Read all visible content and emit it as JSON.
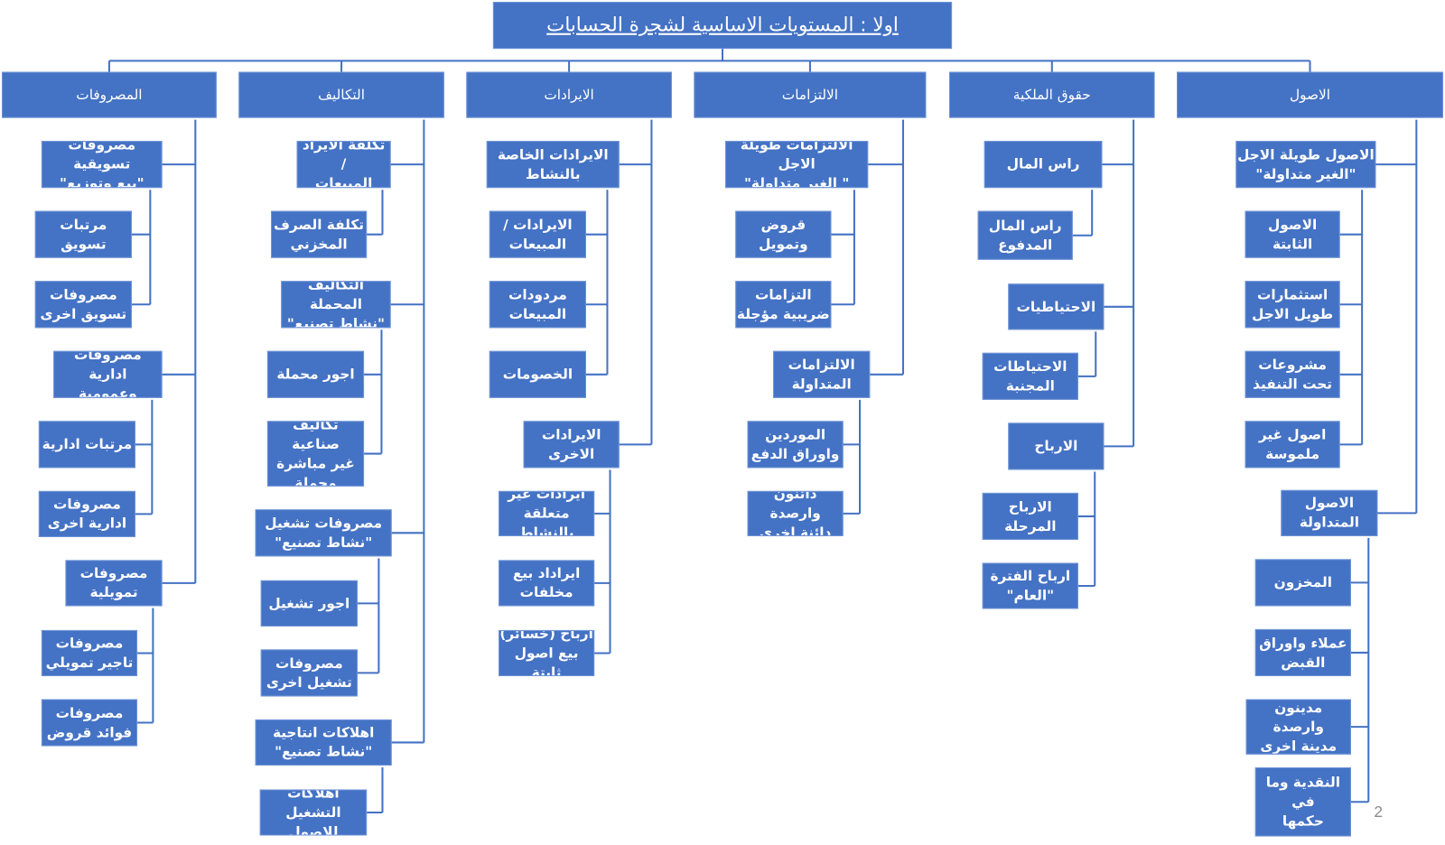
{
  "title": "اولا : المستويات الاساسية لشجرة الحسابات",
  "page_number": "2",
  "colors": {
    "box_fill": "#4472C4",
    "connector": "#4472C4",
    "text": "#FFFFFF"
  },
  "categories": [
    {
      "label": "الاصول",
      "children": [
        {
          "label": "الاصول طويلة الاجل\n\"الغير متداولة\"",
          "children": [
            {
              "label": "الاصول الثابتة"
            },
            {
              "label": "استثمارات\nطويل الاجل"
            },
            {
              "label": "مشروعات\nتحت التنفيذ"
            },
            {
              "label": "اصول غير\nملموسة"
            }
          ]
        },
        {
          "label": "الاصول\nالمتداولة",
          "children": [
            {
              "label": "المخزون"
            },
            {
              "label": "عملاء واوراق\nالقبض"
            },
            {
              "label": "مدينون  وارصدة\nمدينة اخرى"
            },
            {
              "label": "النقدية وما في\nحكمها"
            }
          ]
        }
      ]
    },
    {
      "label": "حقوق الملكية",
      "children": [
        {
          "label": "راس المال",
          "children": [
            {
              "label": "راس المال\nالمدفوع"
            }
          ]
        },
        {
          "label": "الاحتياطيات",
          "children": [
            {
              "label": "الاحتياطات\nالمجنبة"
            }
          ]
        },
        {
          "label": "الارباح",
          "children": [
            {
              "label": "الارباح\nالمرحلة"
            },
            {
              "label": "ارباح الفترة\n\"العام\""
            }
          ]
        }
      ]
    },
    {
      "label": "الالتزامات",
      "children": [
        {
          "label": "الالتزامات طويلة الاجل\n\" الغير متداولة\"",
          "children": [
            {
              "label": "قروض وتمويل"
            },
            {
              "label": "التزامات\nضريبية مؤجلة"
            }
          ]
        },
        {
          "label": "الالتزامات\nالمتداولة",
          "children": [
            {
              "label": "الموردين\nواوراق الدفع"
            },
            {
              "label": "دائنون وارصدة\nدائنة اخرى"
            }
          ]
        }
      ]
    },
    {
      "label": "الايرادات",
      "children": [
        {
          "label": "الايرادات الخاصة\nبالنشاط",
          "children": [
            {
              "label": "الايرادات /\nالمبيعات"
            },
            {
              "label": "مردودات\nالمبيعات"
            },
            {
              "label": "الخصومات"
            }
          ]
        },
        {
          "label": "الايرادات\nالاخرى",
          "children": [
            {
              "label": "ايرادات غير\nمتعلقة بالنشاط"
            },
            {
              "label": "ايراداد بيع\nمخلفات"
            },
            {
              "label": "ارباح (خسائر)\nبيع اصول ثابتة"
            }
          ]
        }
      ]
    },
    {
      "label": "التكاليف",
      "children": [
        {
          "label": "تكلفة الايراد /\nالمبيعات",
          "children": [
            {
              "label": "تكلفة الصرف\nالمخزني"
            }
          ]
        },
        {
          "label": "التكاليف المحملة\n\"نشاط تصنيع\"",
          "children": [
            {
              "label": "اجور محملة"
            },
            {
              "label": "تكاليف صناعية\nغير مباشرة\nمحملة"
            }
          ]
        },
        {
          "label": "مصروفات تشغيل\n\"نشاط تصنيع\"",
          "children": [
            {
              "label": "اجور تشغيل"
            },
            {
              "label": "مصروفات\nتشغيل اخرى"
            }
          ]
        },
        {
          "label": "اهلاكات انتاجية\n\"نشاط تصنيع\"",
          "children": [
            {
              "label": "اهلاكات التشغيل\nللاصول"
            }
          ]
        }
      ]
    },
    {
      "label": "المصروفات",
      "children": [
        {
          "label": "مصروفات تسويقية\n\"بيع وتوزيع\"",
          "children": [
            {
              "label": "مرتبات\nتسويق"
            },
            {
              "label": "مصروفات\nتسويق اخرى"
            }
          ]
        },
        {
          "label": "مصروفات ادارية\nوعمومية",
          "children": [
            {
              "label": "مرتبات ادارية"
            },
            {
              "label": "مصروفات\nادارية اخرى"
            }
          ]
        },
        {
          "label": "مصروفات\nتمويلية",
          "children": [
            {
              "label": "مصروفات\nتاجير تمويلي"
            },
            {
              "label": "مصروفات\nفوائد قروض"
            }
          ]
        }
      ]
    }
  ]
}
